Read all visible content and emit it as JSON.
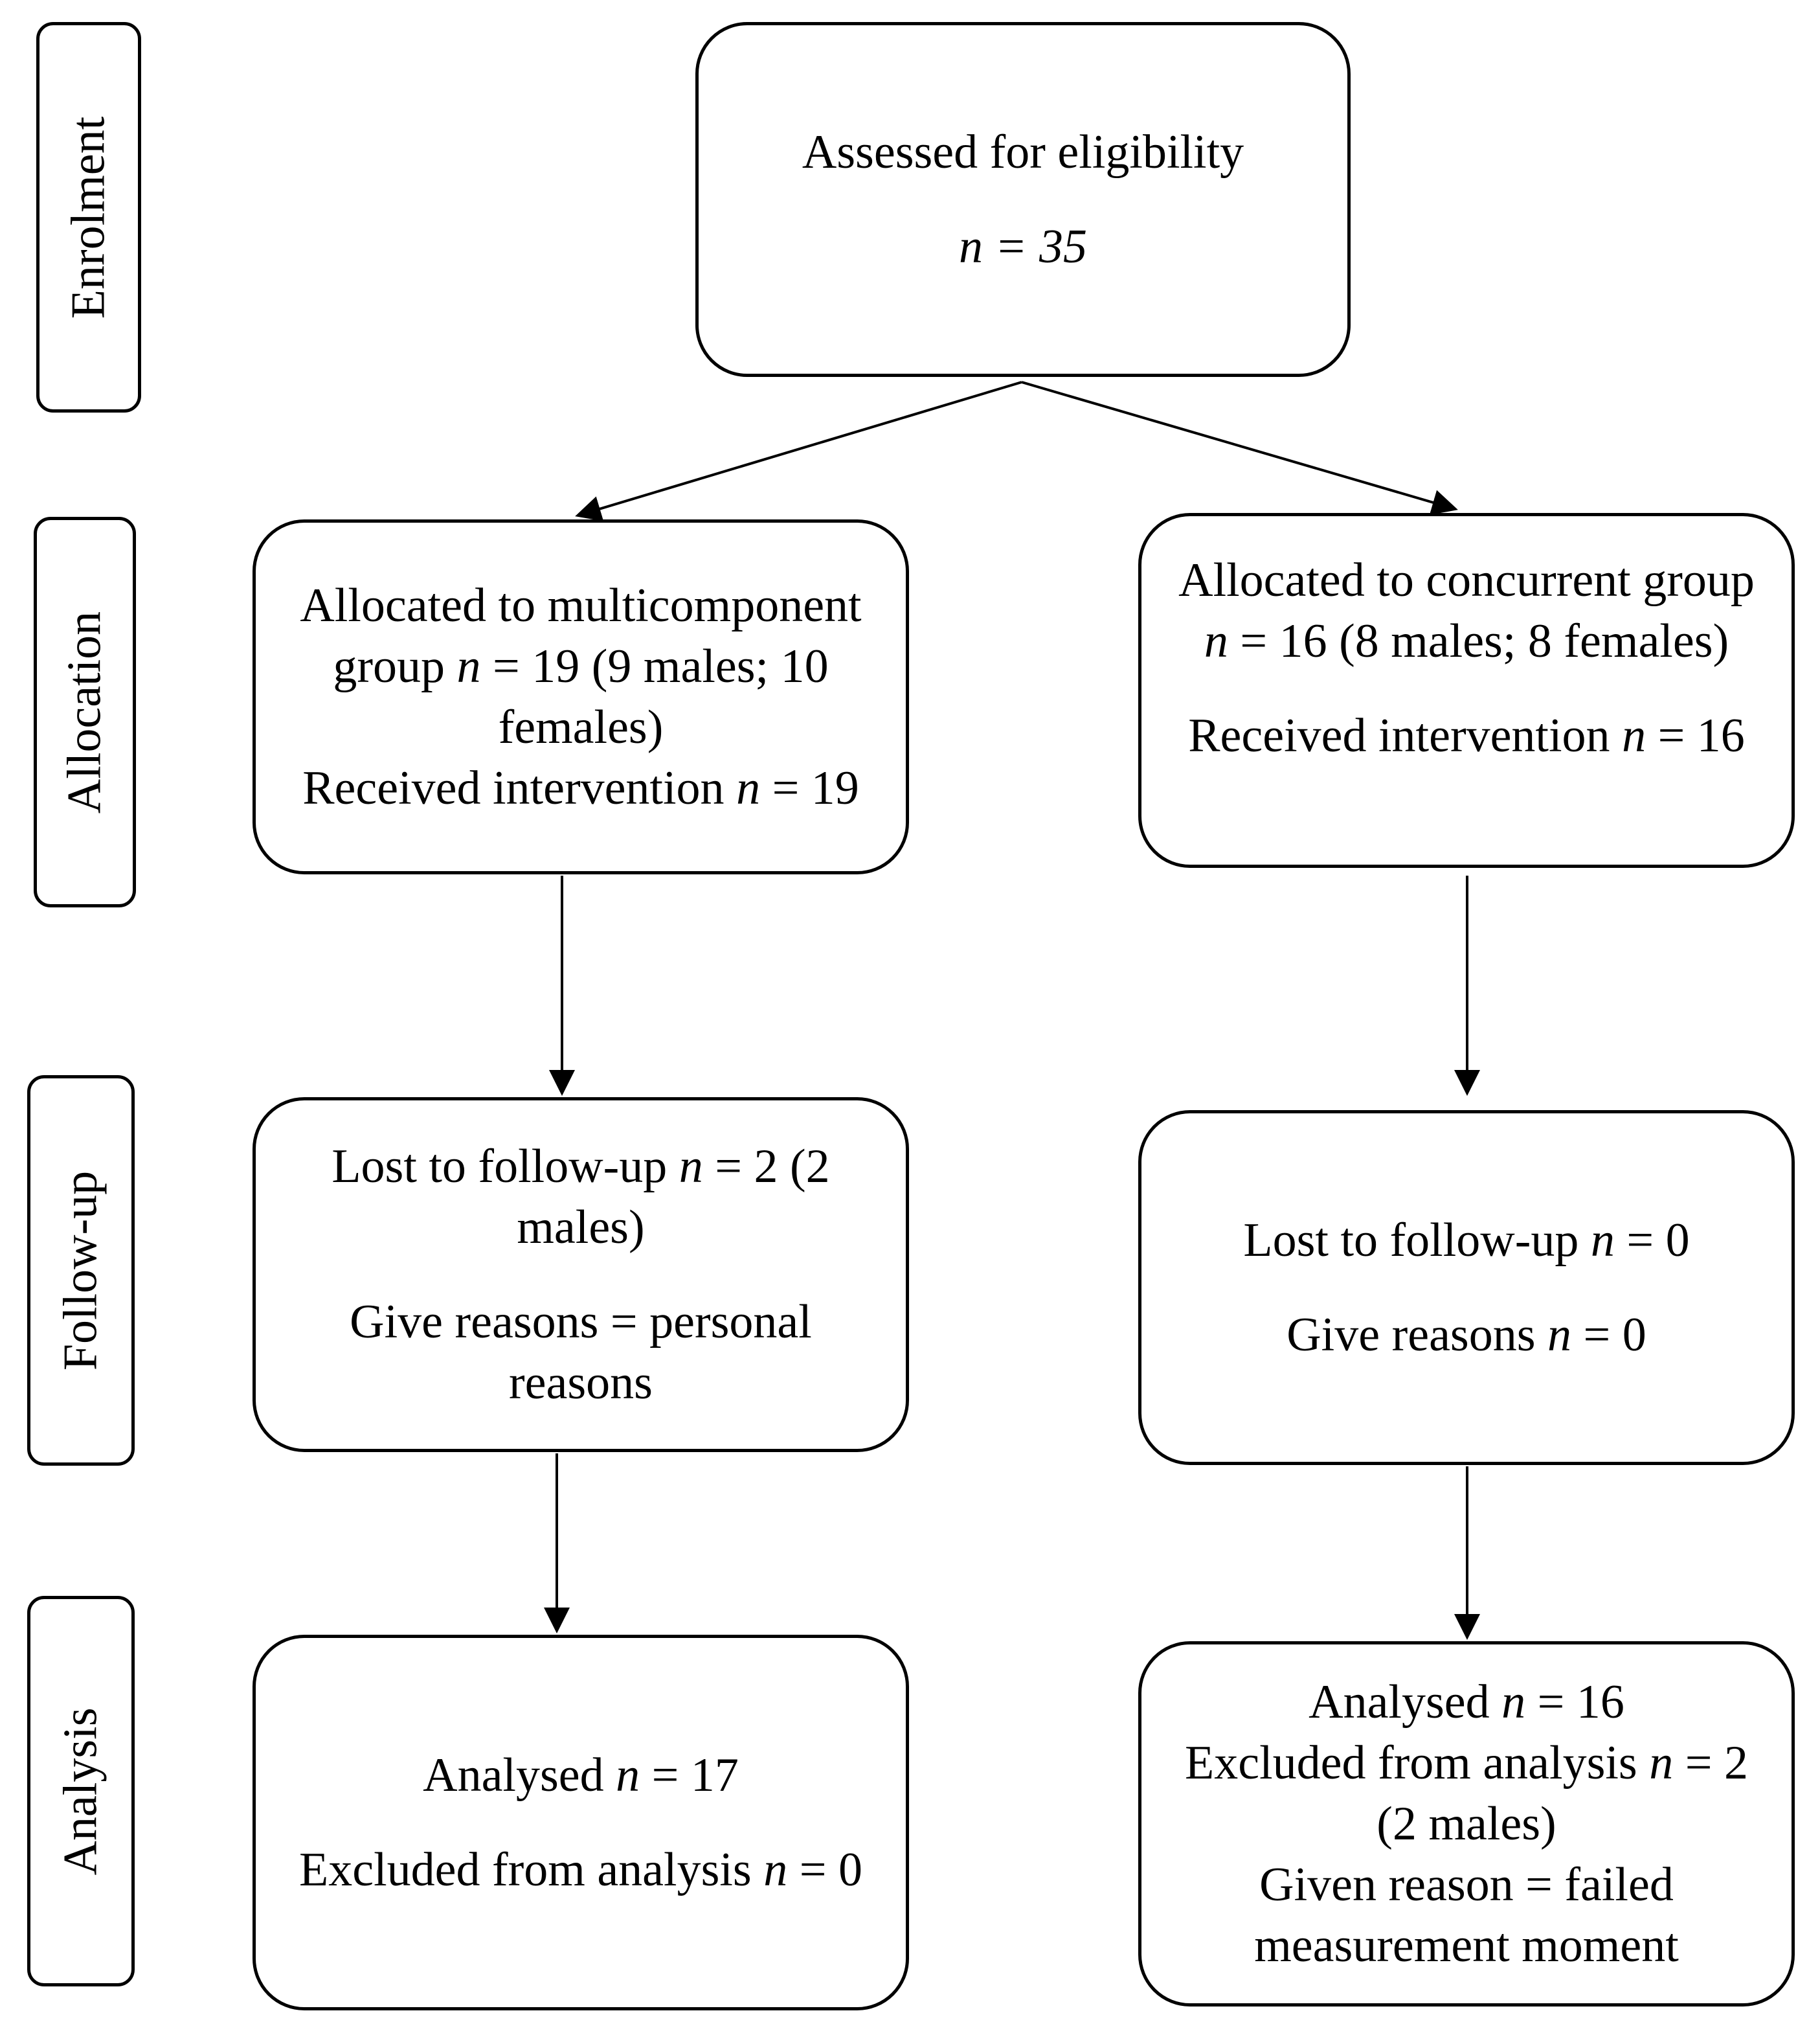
{
  "stages": {
    "enrolment": "Enrolment",
    "allocation": "Allocation",
    "follow_up": "Follow-up",
    "analysis": "Analysis"
  },
  "enrolment_box": {
    "line1": "Assessed for eligibility",
    "line2": "n = 35"
  },
  "left": {
    "allocation": {
      "l1": "Allocated to multicomponent",
      "l2a": "group ",
      "l2n": "n",
      "l2b": " = 19 (9 males; 10",
      "l3": "females)",
      "l4a": "Received intervention ",
      "l4n": "n",
      "l4b": " = 19"
    },
    "follow_up": {
      "l1a": "Lost to follow-up ",
      "l1n": "n",
      "l1b": " = 2 (2",
      "l2": "males)",
      "l3": "Give reasons = personal",
      "l4": "reasons"
    },
    "analysis": {
      "l1a": "Analysed ",
      "l1n": "n",
      "l1b": " = 17",
      "l2a": "Excluded from analysis ",
      "l2n": "n",
      "l2b": " = 0"
    }
  },
  "right": {
    "allocation": {
      "l1": "Allocated to concurrent group",
      "l2n": "n",
      "l2b": " = 16 (8 males; 8 females)",
      "l3a": "Received intervention ",
      "l3n": "n",
      "l3b": " = 16"
    },
    "follow_up": {
      "l1a": "Lost to follow-up ",
      "l1n": "n",
      "l1b": " = 0",
      "l2a": "Give reasons ",
      "l2n": "n",
      "l2b": " = 0"
    },
    "analysis": {
      "l1a": "Analysed ",
      "l1n": "n",
      "l1b": " = 16",
      "l2a": "Excluded from analysis ",
      "l2n": "n",
      "l2b": " = 2",
      "l3": "(2 males)",
      "l4": "Given reason = failed",
      "l5": "measurement moment"
    }
  }
}
